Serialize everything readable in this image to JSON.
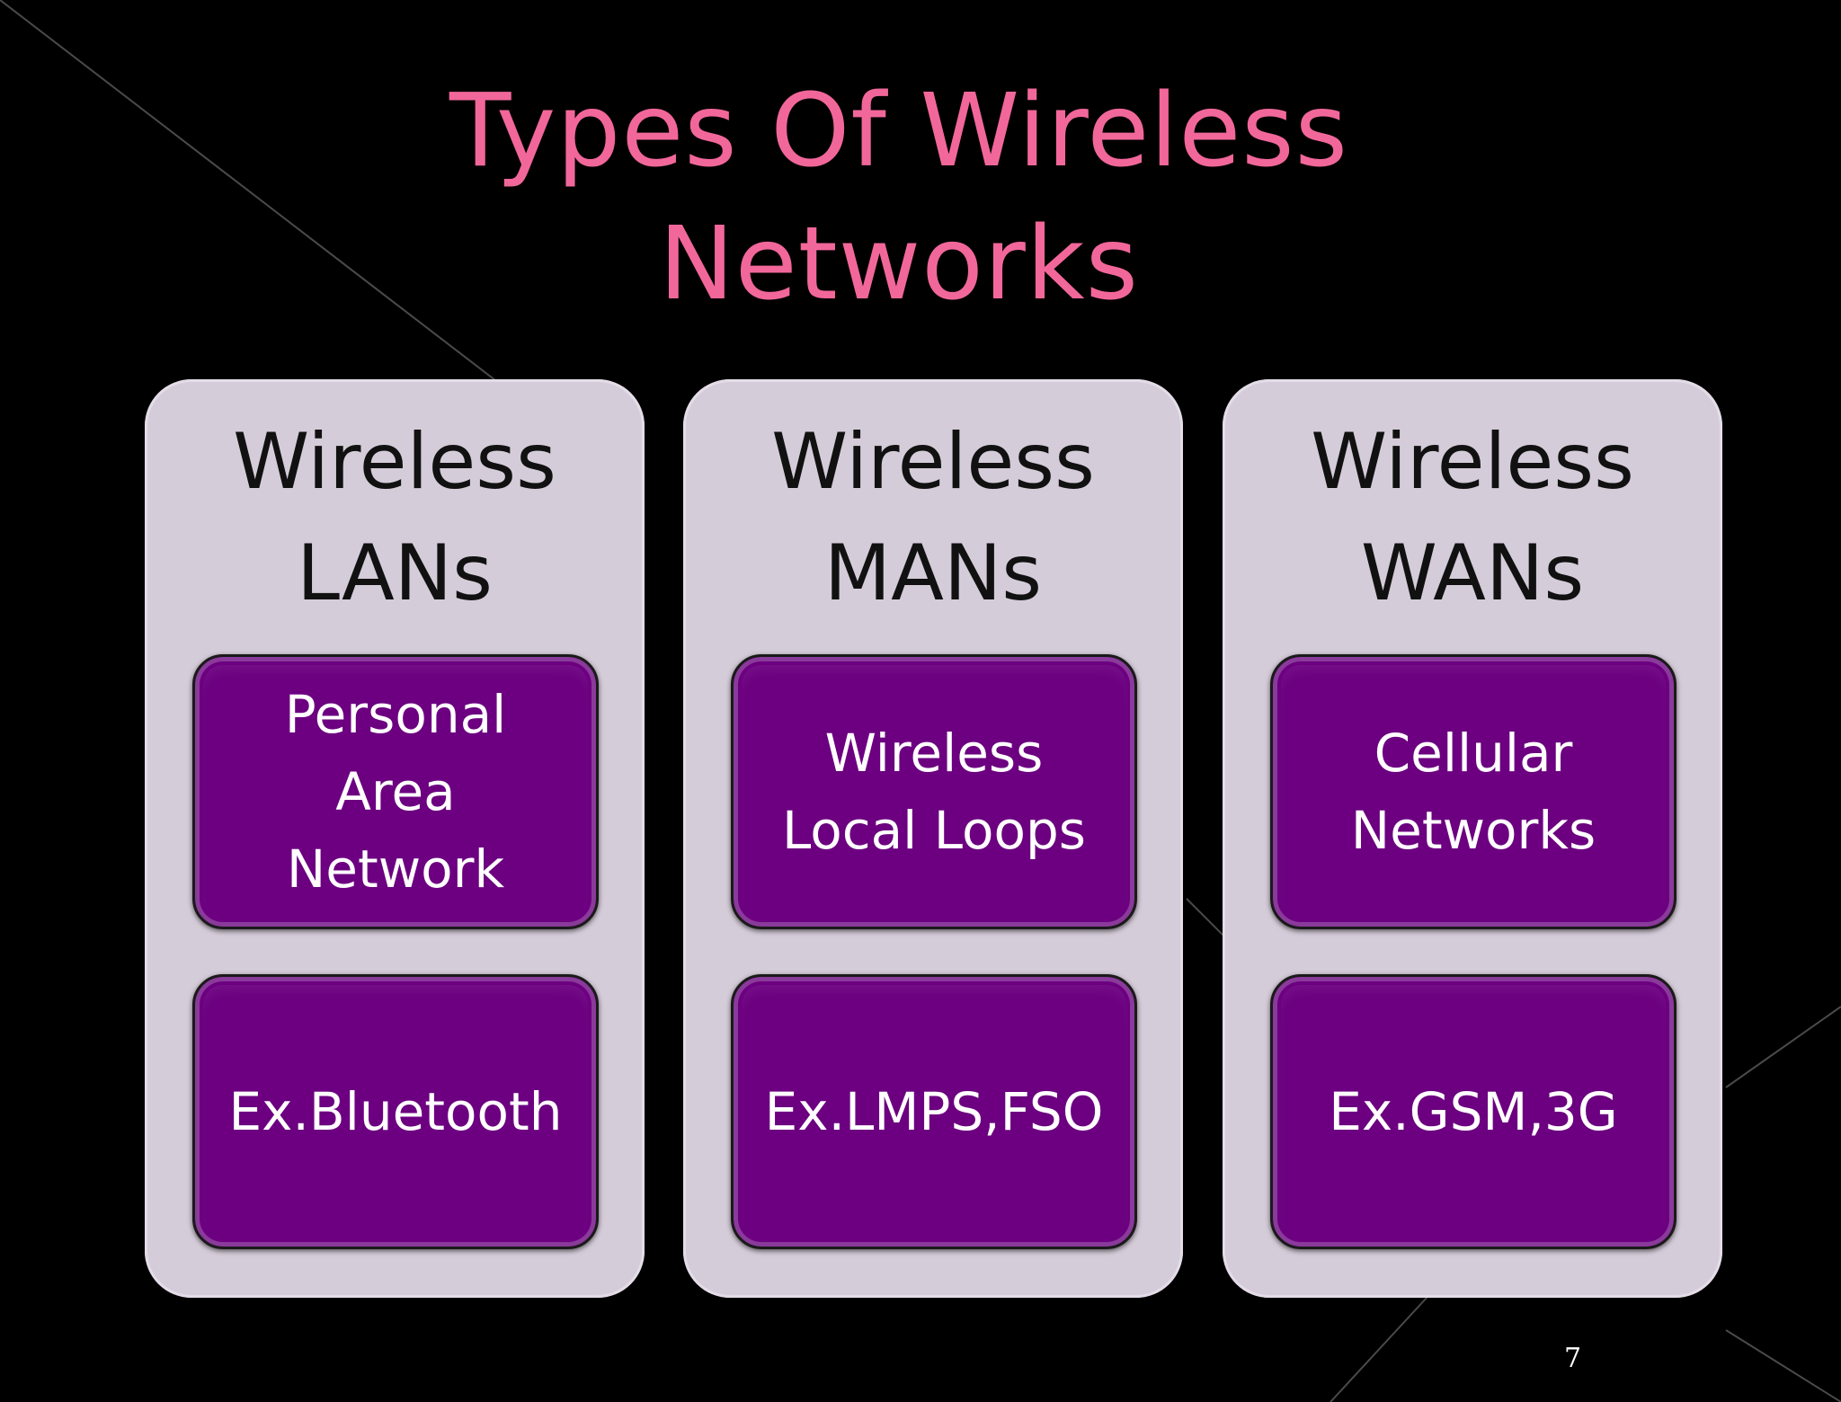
{
  "slide": {
    "title_lines": [
      "Types Of Wireless",
      "Networks"
    ],
    "page_number": "7",
    "colors": {
      "background": "#000000",
      "title": "#f2679a",
      "column": "#d5ccd9",
      "box": "#6c0080",
      "box_text": "#ffffff",
      "heading_text": "#111111"
    }
  },
  "columns": [
    {
      "heading": [
        "Wireless",
        "LANs"
      ],
      "type_box": [
        "Personal",
        "Area",
        "Network"
      ],
      "example_box": [
        "Ex.Bluetooth"
      ]
    },
    {
      "heading": [
        "Wireless",
        "MANs"
      ],
      "type_box": [
        "Wireless",
        "Local Loops"
      ],
      "example_box": [
        "Ex.LMPS,FSO"
      ]
    },
    {
      "heading": [
        "Wireless",
        "WANs"
      ],
      "type_box": [
        "Cellular",
        "Networks"
      ],
      "example_box": [
        "Ex.GSM,3G"
      ]
    }
  ]
}
